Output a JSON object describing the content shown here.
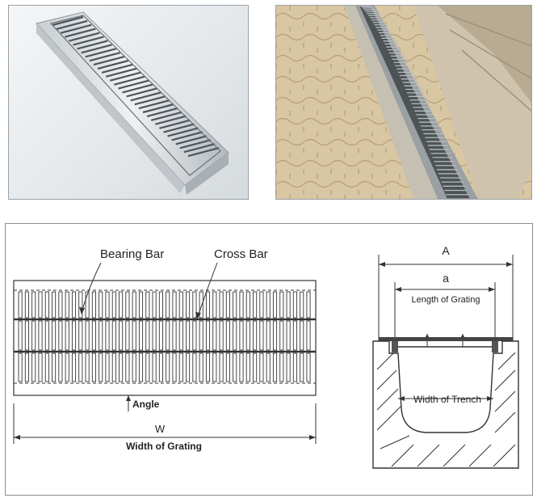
{
  "photos": {
    "left": {
      "icon": "grating-product-photo"
    },
    "right": {
      "icon": "installed-trench-grating-photo"
    }
  },
  "plan_view": {
    "bearing_bar_label": "Bearing Bar",
    "cross_bar_label": "Cross Bar",
    "angle_label": "Angle",
    "w_label": "W",
    "width_label": "Width of Grating"
  },
  "section_view": {
    "a_upper_label": "A",
    "a_lower_label": "a",
    "length_label": "Length of Grating",
    "trench_label": "Width of Trench"
  },
  "colors": {
    "line": "#333333",
    "steel": "#8e969c",
    "paver": "#d8c39f"
  }
}
